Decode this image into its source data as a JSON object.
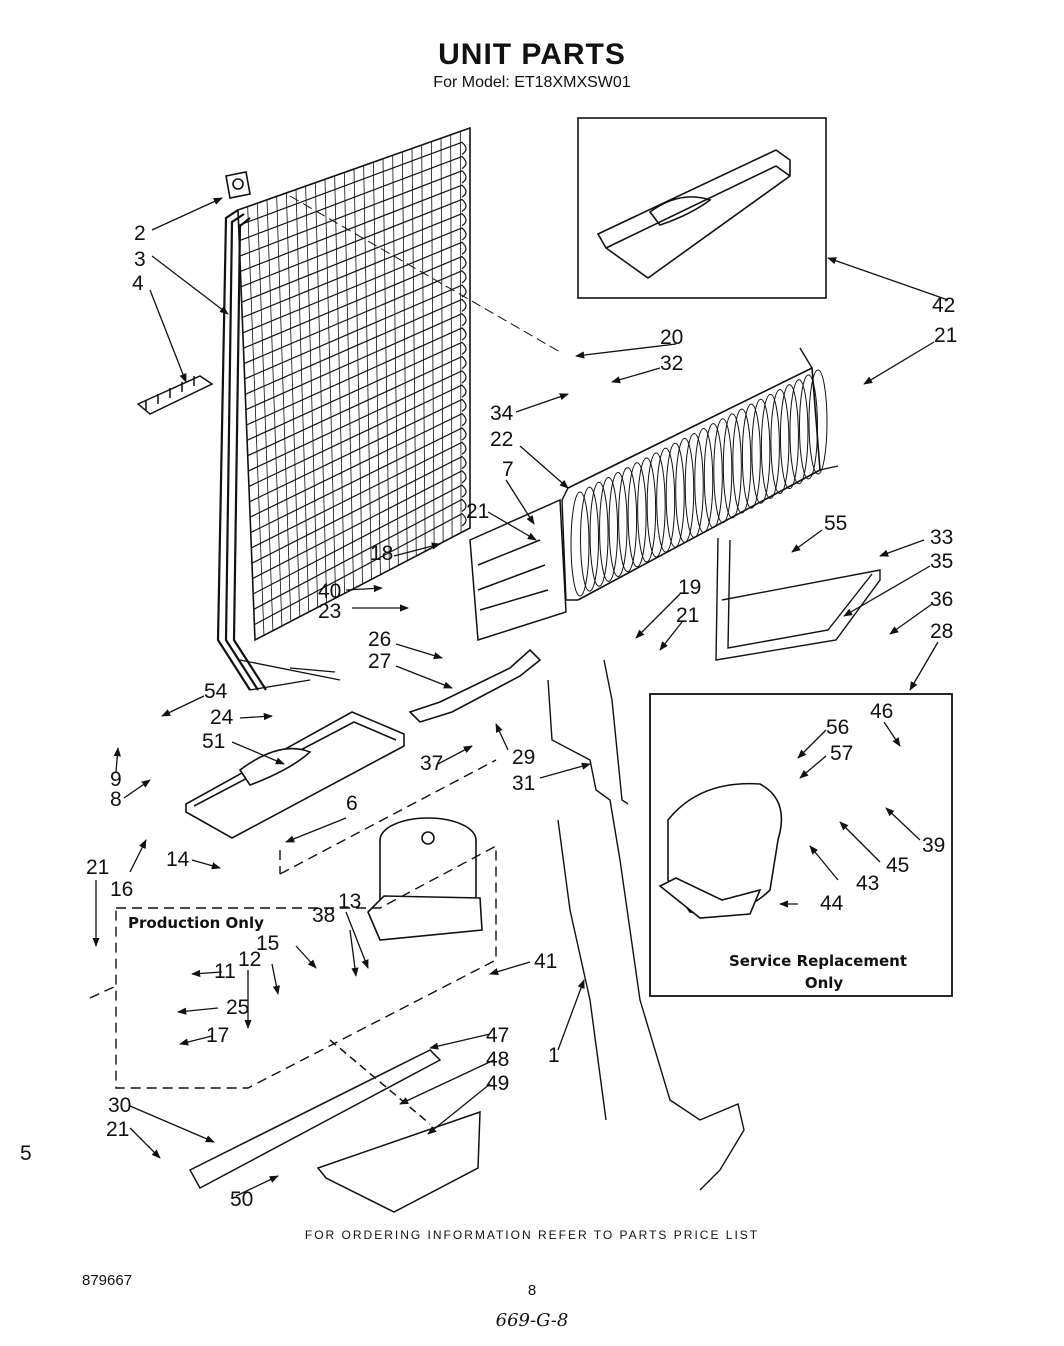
{
  "header": {
    "title": "UNIT PARTS",
    "model_line": "For Model: ET18XMXSW01"
  },
  "boxes": {
    "production_only": "Production Only",
    "service_replacement_line1": "Service Replacement",
    "service_replacement_line2": "Only"
  },
  "callouts": [
    "2",
    "3",
    "4",
    "42",
    "21",
    "20",
    "32",
    "34",
    "22",
    "7",
    "21",
    "18",
    "40",
    "23",
    "55",
    "33",
    "35",
    "36",
    "28",
    "19",
    "21",
    "26",
    "27",
    "54",
    "24",
    "51",
    "9",
    "8",
    "6",
    "29",
    "31",
    "37",
    "56",
    "46",
    "57",
    "16",
    "14",
    "21",
    "13",
    "38",
    "15",
    "12",
    "11",
    "25",
    "17",
    "41",
    "39",
    "45",
    "43",
    "44",
    "47",
    "48",
    "49",
    "30",
    "21",
    "50",
    "1",
    "5"
  ],
  "footer": {
    "ordering_info": "FOR ORDERING INFORMATION REFER TO PARTS PRICE LIST",
    "doc_code": "879667",
    "page_number": "8",
    "handwritten_code": "669-G-8"
  }
}
